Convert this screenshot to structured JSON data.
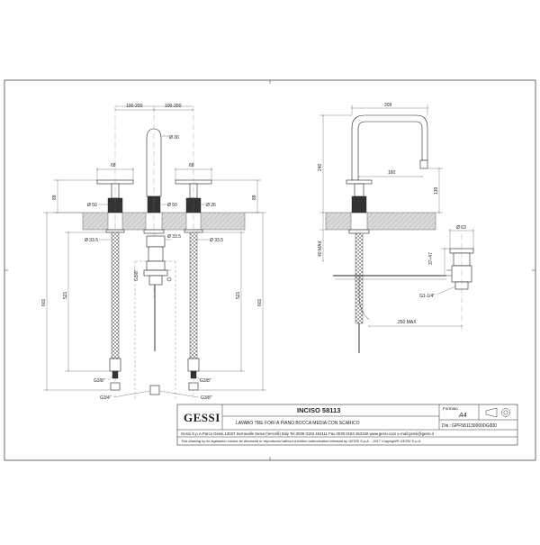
{
  "dimensions": {
    "spacing_left": "100-200",
    "spacing_right": "100-200",
    "spout_dia": "Ø 30",
    "handle_w_left": "68",
    "handle_w_right": "68",
    "height_left": "89",
    "height_right": "89",
    "base_left": "Ø 50",
    "base_center": "Ø 50",
    "base_right": "Ø 26",
    "hole_left": "Ø 33.5",
    "hole_center": "Ø 33.5",
    "hole_right": "Ø 33.5",
    "drain_thread": "G3/8\"",
    "total_left": "601",
    "total_right": "601",
    "hose_left": "521",
    "hose_right": "521",
    "conn_left": "G3/8\"",
    "conn_right": "G3/8\"",
    "conn_bottom_left": "G3/4\"",
    "conn_bottom_right": "G3/8\"",
    "side_reach": "209",
    "side_height": "240",
    "side_inner_reach": "160",
    "side_spout_height": "139",
    "side_max": "40 MAX",
    "waste_dia": "Ø 63",
    "waste_range": "37÷47",
    "waste_thread": "G1-1/4\"",
    "rod_max": "250 MAX"
  },
  "title_block": {
    "logo": "GESSI",
    "product": "INCISO 58113",
    "description": "LAVABO TRE FORI A PIANO BOCCA MEDIA CON SCARICO",
    "format_label": "Formato",
    "format_value": "A4",
    "dis_label": "Dis.:",
    "dis_value": "GPF5811300000G000",
    "address": "Gessi S.p.A.Parco Gessi,13037 Serravalle Sesia (Vercelli) Italy Tel.0039 0163 454111 Fax.0039 0163 453150 www.gessi.com e-mail:gessi@gessi.it",
    "legal": "This drawing by its legislation cannot be disclosed or reproduced without a written authorization released by GESSI S.p.A. - 2017 Copyright® GESSI S.p.A."
  }
}
